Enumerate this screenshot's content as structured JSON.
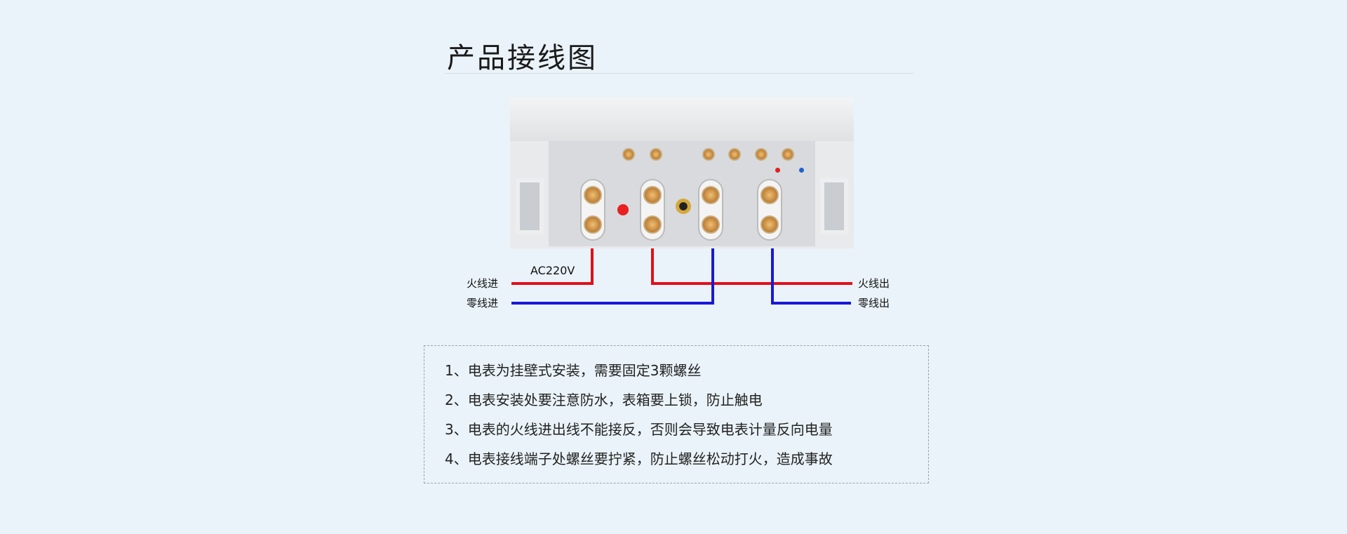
{
  "title": "产品接线图",
  "diagram": {
    "voltage_label": "AC220V",
    "live_in": "火线进",
    "neutral_in": "零线进",
    "live_out": "火线出",
    "neutral_out": "零线出",
    "colors": {
      "live": "#e0101a",
      "neutral": "#1818d8"
    }
  },
  "notes": [
    "1、电表为挂壁式安装，需要固定3颗螺丝",
    "2、电表安装处要注意防水，表箱要上锁，防止触电",
    "3、电表的火线进出线不能接反，否则会导致电表计量反向电量",
    "4、电表接线端子处螺丝要拧紧，防止螺丝松动打火，造成事故"
  ]
}
